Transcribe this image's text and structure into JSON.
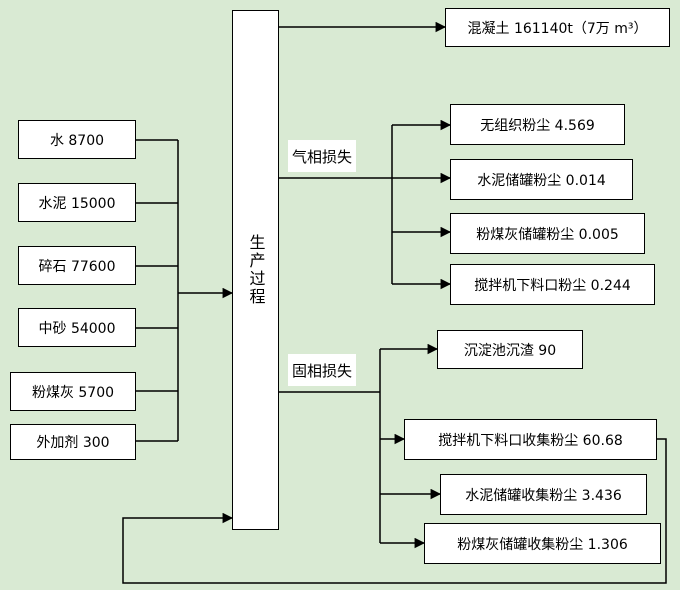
{
  "inputs": [
    {
      "label": "水 8700"
    },
    {
      "label": "水泥 15000"
    },
    {
      "label": "碎石 77600"
    },
    {
      "label": "中砂 54000"
    },
    {
      "label": "粉煤灰 5700"
    },
    {
      "label": "外加剂 300"
    }
  ],
  "process": {
    "label": "生产过程"
  },
  "product": {
    "label": "混凝土 161140t（7万 m³）"
  },
  "gas_loss": {
    "label": "气相损失",
    "items": [
      {
        "label": "无组织粉尘 4.569"
      },
      {
        "label": "水泥储罐粉尘 0.014"
      },
      {
        "label": "粉煤灰储罐粉尘 0.005"
      },
      {
        "label": "搅拌机下料口粉尘 0.244"
      }
    ]
  },
  "solid_loss": {
    "label": "固相损失",
    "items": [
      {
        "label": "沉淀池沉渣 90"
      },
      {
        "label": "搅拌机下料口收集粉尘 60.68"
      },
      {
        "label": "水泥储罐收集粉尘 3.436"
      },
      {
        "label": "粉煤灰储罐收集粉尘 1.306"
      }
    ]
  }
}
